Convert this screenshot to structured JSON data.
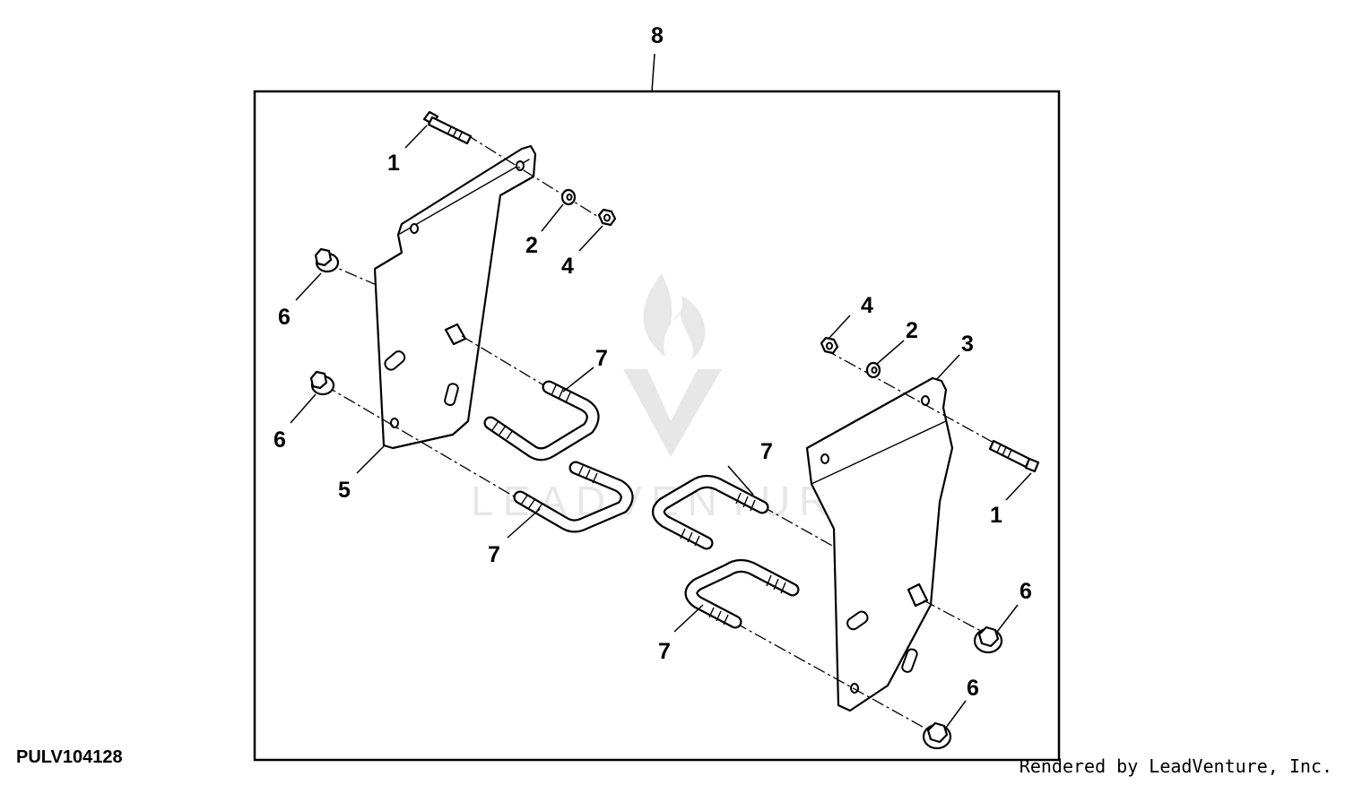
{
  "diagram": {
    "assembly_callout": "8",
    "figure_id": "PULV104128",
    "credit": "Rendered by LeadVenture, Inc.",
    "watermark": "LEADVENTURE",
    "callouts": [
      {
        "label": "1"
      },
      {
        "label": "2"
      },
      {
        "label": "4"
      },
      {
        "label": "6"
      },
      {
        "label": "6"
      },
      {
        "label": "5"
      },
      {
        "label": "7"
      },
      {
        "label": "7"
      },
      {
        "label": "4"
      },
      {
        "label": "2"
      },
      {
        "label": "3"
      },
      {
        "label": "1"
      },
      {
        "label": "7"
      },
      {
        "label": "7"
      },
      {
        "label": "6"
      },
      {
        "label": "6"
      }
    ]
  }
}
